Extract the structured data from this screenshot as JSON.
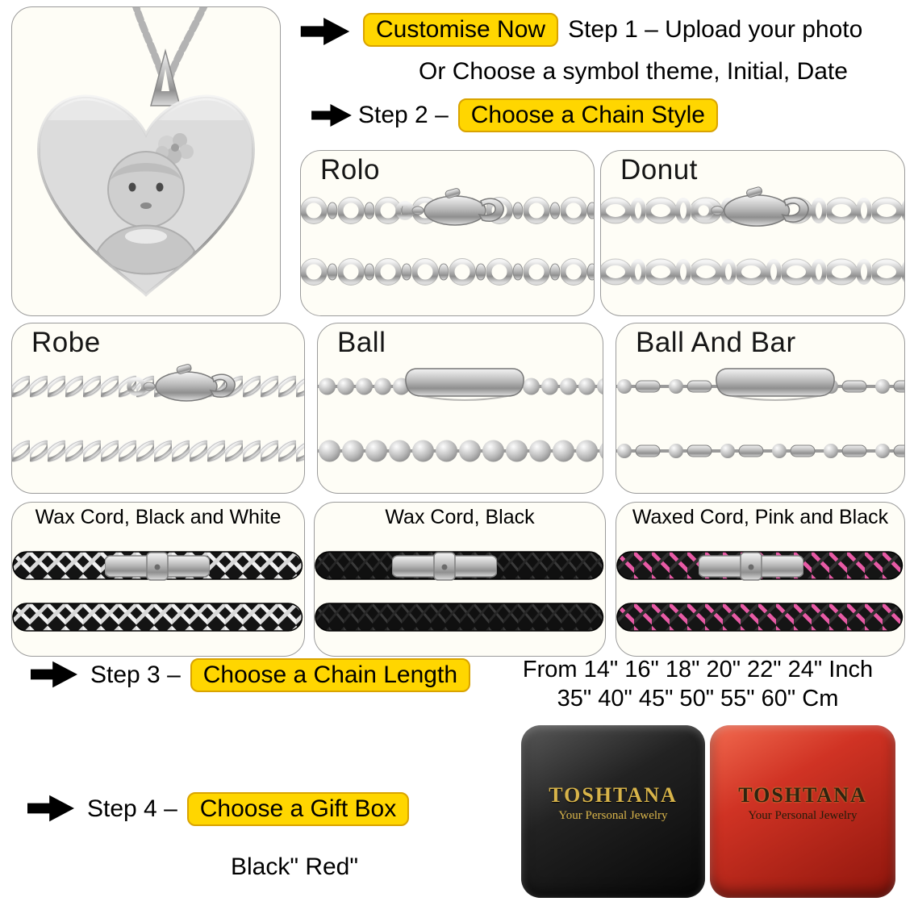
{
  "steps": {
    "step1": {
      "cta": "Customise Now",
      "text": "Step 1 – Upload your photo",
      "subtext": "Or Choose a symbol theme, Initial, Date"
    },
    "step2": {
      "prefix": "Step 2 –",
      "cta": "Choose a Chain Style"
    },
    "step3": {
      "prefix": "Step 3 –",
      "cta": "Choose a Chain Length",
      "lengths_inch": "From 14\" 16\" 18\" 20\" 22\" 24\" Inch",
      "lengths_cm": "35\" 40\" 45\" 50\" 55\" 60\" Cm"
    },
    "step4": {
      "prefix": "Step 4 –",
      "cta": "Choose a Gift Box",
      "colors": "Black\" Red\""
    }
  },
  "chains": {
    "rolo": "Rolo",
    "donut": "Donut",
    "robe": "Robe",
    "ball": "Ball",
    "ball_and_bar": "Ball And Bar",
    "wax_bw": "Wax Cord, Black and White",
    "wax_black": "Wax Cord, Black",
    "wax_pink": "Waxed Cord, Pink and Black"
  },
  "gift_boxes": [
    {
      "color": "Black",
      "brand": "TOSHTANA",
      "tagline": "Your Personal Jewelry"
    },
    {
      "color": "Red",
      "brand": "TOSHTANA",
      "tagline": "Your Personal Jewelry"
    }
  ],
  "colors": {
    "highlight": "#FFD600",
    "highlight_border": "#D9A300",
    "gold_text": "#C9A53F",
    "box_black": "#141414",
    "box_red": "#B5241A"
  }
}
